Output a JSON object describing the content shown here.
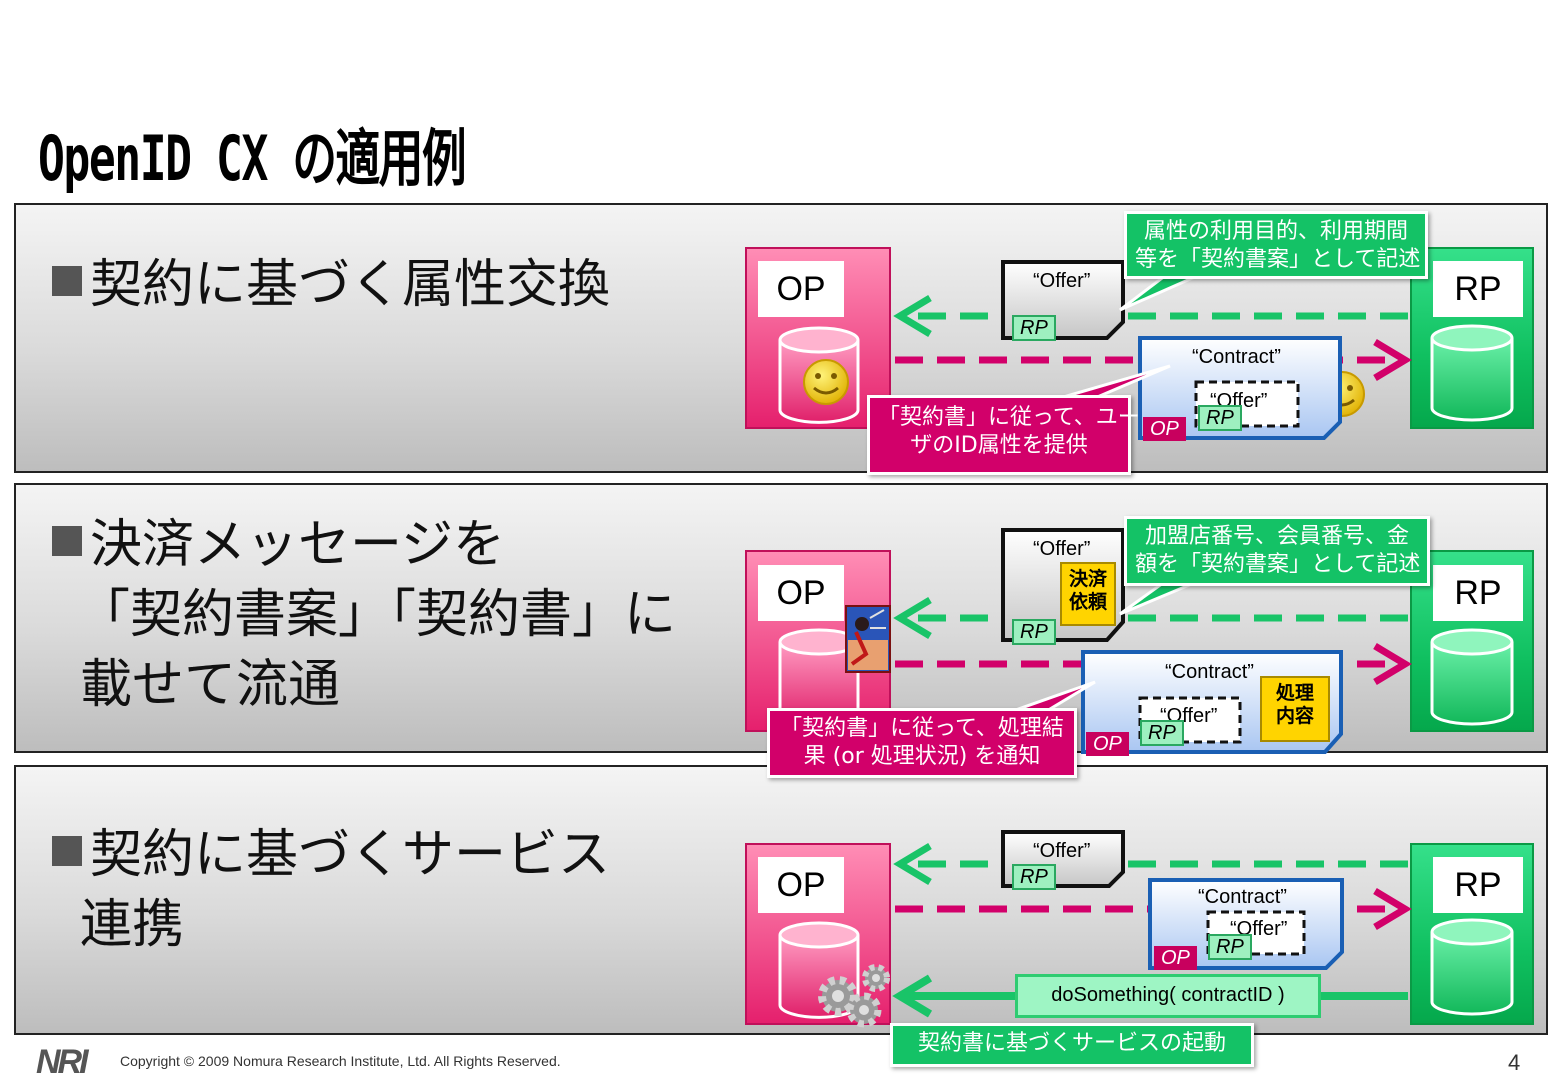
{
  "title": "OpenID CX の適用例",
  "labels": {
    "op": "OP",
    "rp": "RP",
    "offer": "“Offer”",
    "contract": "“Contract”",
    "tag_rp": "RP",
    "tag_op": "OP"
  },
  "sections": [
    {
      "heading_lines": [
        "契約に基づく属性交換"
      ],
      "callout_green": [
        "属性の利用目的、利用期間",
        "等を「契約書案」として記述"
      ],
      "callout_pink": [
        "「契約書」に従って、ユー",
        "ザのID属性を提供"
      ],
      "icon": "smiley-icon"
    },
    {
      "heading_lines": [
        "決済メッセージを",
        "「契約書案」「契約書」に",
        "載せて流通"
      ],
      "sticky_offer": [
        "決済",
        "依頼"
      ],
      "sticky_contract": [
        "処理",
        "内容"
      ],
      "callout_green": [
        "加盟店番号、会員番号、金",
        "額を「契約書案」として記述"
      ],
      "callout_pink": [
        "「契約書」に従って、処理結",
        "果 (or 処理状況) を通知"
      ],
      "icon": "payment-card-icon"
    },
    {
      "heading_lines": [
        "契約に基づくサービス",
        "連携"
      ],
      "method": "doSomething( contractID )",
      "callout_green": [
        "契約書に基づくサービスの起動"
      ],
      "icon": "gears-icon"
    }
  ],
  "footer": {
    "logo": "NRI",
    "copyright": "Copyright © 2009 Nomura Research Institute, Ltd. All Rights Reserved.",
    "page": "4"
  },
  "colors": {
    "op_pink": "#e5206d",
    "rp_green": "#10c060",
    "callout_pink": "#d2006a",
    "callout_green": "#14c266",
    "doc_blue": "#1a5fb4",
    "sticky_yellow": "#ffd400"
  }
}
